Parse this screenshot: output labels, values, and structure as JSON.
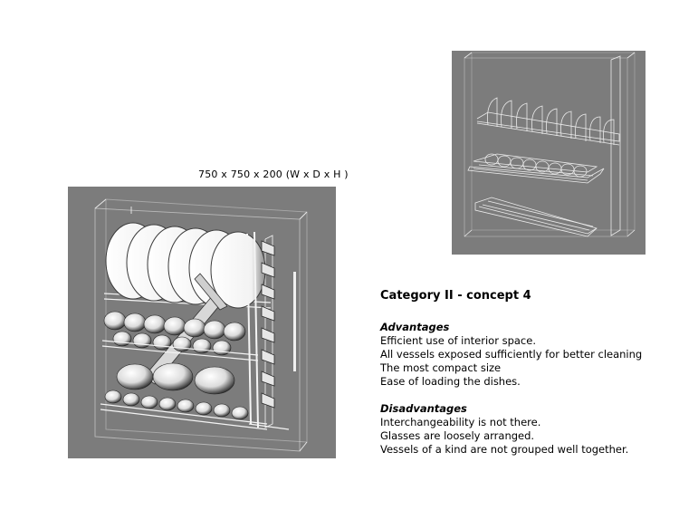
{
  "dimensions_label": "750 x 750 x 200 (W x D x H )",
  "concept_title": "Category II - concept 4",
  "advantages": {
    "heading": "Advantages",
    "items": [
      "Efficient use of interior space.",
      "All vessels exposed sufficiently for better cleaning",
      "The most compact size",
      "Ease of loading the dishes."
    ]
  },
  "disadvantages": {
    "heading": "Disadvantages",
    "items": [
      "Interchangeability is not there.",
      "Glasses are loosely arranged.",
      "Vessels of a kind are not grouped well together."
    ]
  },
  "colors": {
    "panel_background": "#7c7c7c",
    "wire_line": "#ececec",
    "text": "#000000"
  }
}
